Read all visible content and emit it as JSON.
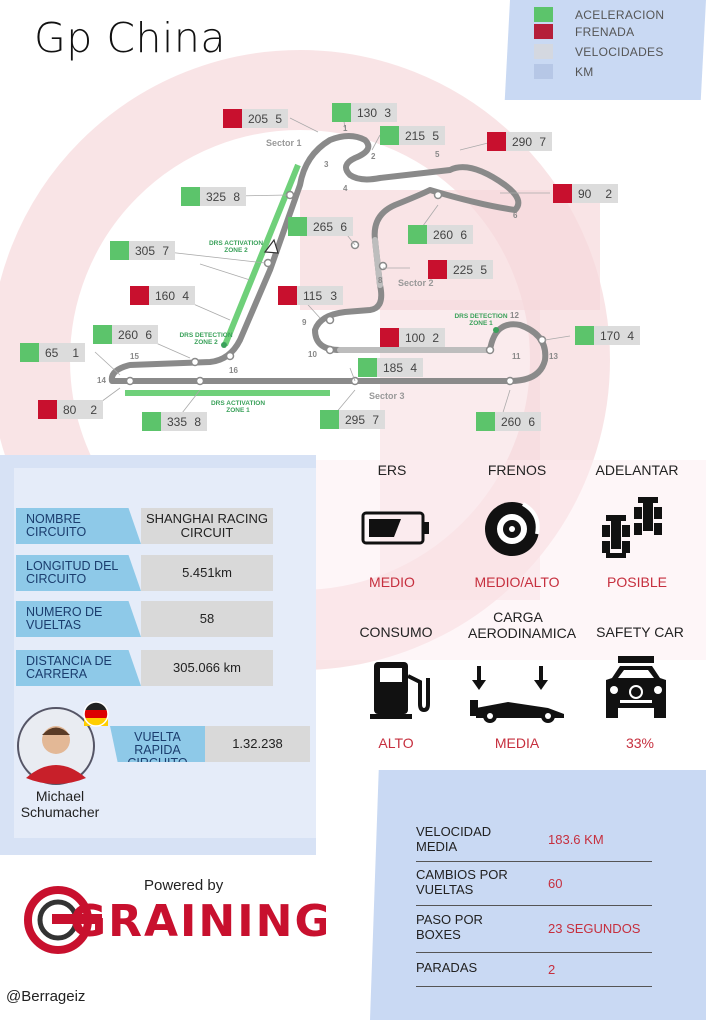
{
  "title": "Gp China",
  "legend": [
    {
      "label": "ACELERACION",
      "color": "#5cc46b"
    },
    {
      "label": "FRENADA",
      "color": "#b51f3a"
    },
    {
      "label": "VELOCIDADES",
      "color": "#d4d8e0"
    },
    {
      "label": "KM",
      "color": "#b6c7e6"
    }
  ],
  "colors": {
    "accel": "#5cc46b",
    "brake": "#c8102e",
    "track": "#8a8a8a",
    "drs": "#6fd07a",
    "accent": "#c62f3e"
  },
  "speed_boxes": [
    {
      "type": "brake",
      "speed": "205",
      "gear": "5"
    },
    {
      "type": "accel",
      "speed": "130",
      "gear": "3"
    },
    {
      "type": "accel",
      "speed": "215",
      "gear": "5"
    },
    {
      "type": "brake",
      "speed": "290",
      "gear": "7"
    },
    {
      "type": "accel",
      "speed": "325",
      "gear": "8"
    },
    {
      "type": "brake",
      "speed": "90",
      "gear": "2"
    },
    {
      "type": "accel",
      "speed": "265",
      "gear": "6"
    },
    {
      "type": "accel",
      "speed": "305",
      "gear": "7"
    },
    {
      "type": "accel",
      "speed": "260",
      "gear": "6"
    },
    {
      "type": "brake",
      "speed": "225",
      "gear": "5"
    },
    {
      "type": "brake",
      "speed": "160",
      "gear": "4"
    },
    {
      "type": "brake",
      "speed": "115",
      "gear": "3"
    },
    {
      "type": "accel",
      "speed": "260",
      "gear": "6"
    },
    {
      "type": "brake",
      "speed": "100",
      "gear": "2"
    },
    {
      "type": "accel",
      "speed": "170",
      "gear": "4"
    },
    {
      "type": "accel",
      "speed": "65",
      "gear": "1"
    },
    {
      "type": "accel",
      "speed": "185",
      "gear": "4"
    },
    {
      "type": "brake",
      "speed": "80",
      "gear": "2"
    },
    {
      "type": "accel",
      "speed": "335",
      "gear": "8"
    },
    {
      "type": "accel",
      "speed": "295",
      "gear": "7"
    },
    {
      "type": "accel",
      "speed": "260",
      "gear": "6"
    }
  ],
  "track_labels": {
    "sector1": "Sector 1",
    "sector2": "Sector 2",
    "sector3": "Sector 3",
    "drs_act_2": "DRS ACTIVATION ZONE 2",
    "drs_det_2": "DRS DETECTION ZONE 2",
    "drs_det_1": "DRS DETECTION ZONE 1",
    "drs_act_1": "DRS ACTIVATION ZONE 1",
    "turns": [
      "1",
      "2",
      "3",
      "4",
      "5",
      "6",
      "7",
      "8",
      "9",
      "10",
      "11",
      "12",
      "13",
      "14",
      "15",
      "16"
    ]
  },
  "circuit_info": [
    {
      "label": "NOMBRE CIRCUITO",
      "value": "SHANGHAI RACING CIRCUIT"
    },
    {
      "label": "LONGITUD DEL CIRCUITO",
      "value": "5.451km"
    },
    {
      "label": "NUMERO DE VUELTAS",
      "value": "58"
    },
    {
      "label": "DISTANCIA DE CARRERA",
      "value": "305.066 km"
    },
    {
      "label": "VUELTA RAPIDA CIRCUITO",
      "value": "1.32.238"
    }
  ],
  "driver": "Michael Schumacher",
  "stats": [
    {
      "title": "ERS",
      "value": "MEDIO",
      "icon": "battery-icon"
    },
    {
      "title": "FRENOS",
      "value": "MEDIO/ALTO",
      "icon": "brake-disc-icon"
    },
    {
      "title": "ADELANTAR",
      "value": "POSIBLE",
      "icon": "overtake-cars-icon"
    },
    {
      "title": "CONSUMO",
      "value": "ALTO",
      "icon": "fuel-pump-icon"
    },
    {
      "title": "CARGA AERODINAMICA",
      "value": "MEDIA",
      "icon": "downforce-car-icon"
    },
    {
      "title": "SAFETY CAR",
      "value": "33%",
      "icon": "safety-car-icon"
    }
  ],
  "race_stats": [
    {
      "label": "VELOCIDAD MEDIA",
      "value": "183.6 KM"
    },
    {
      "label": "CAMBIOS POR VUELTAS",
      "value": "60"
    },
    {
      "label": "PASO POR BOXES",
      "value": "23 SEGUNDOS"
    },
    {
      "label": "PARADAS",
      "value": "2"
    }
  ],
  "powered_by": "Powered by",
  "brand": "GRAINING",
  "handle": "@Berrageiz"
}
